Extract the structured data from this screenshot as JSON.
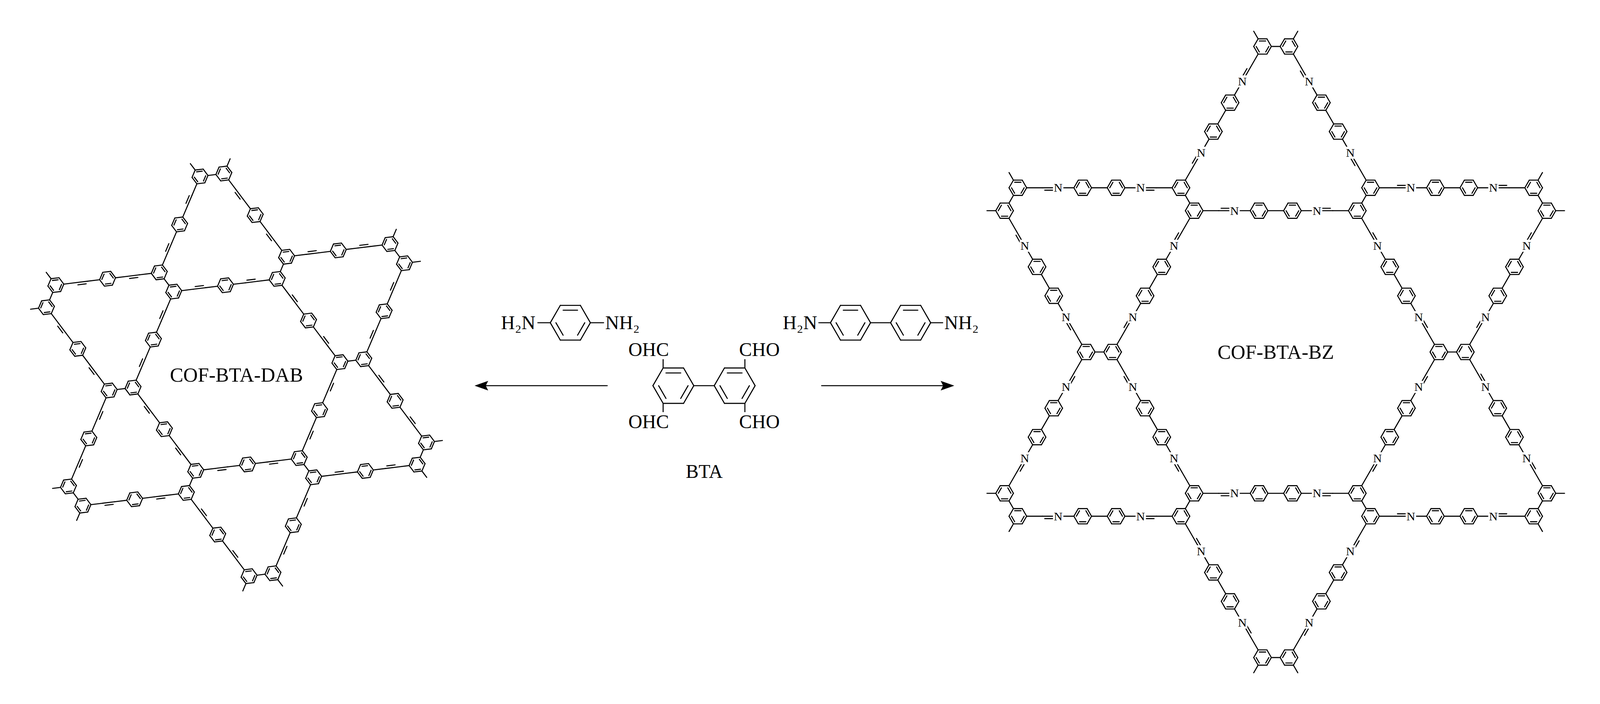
{
  "diagram": {
    "labels": [
      "COF-BTA-DAB",
      "H₂N",
      "NH₂",
      "OHC",
      "CHO",
      "OHC",
      "CHO",
      "BTA",
      "H₂N",
      "NH₂",
      "COF-BTA-BZ",
      "N",
      "N",
      "N",
      "N",
      "N",
      "N",
      "N",
      "N",
      "N",
      "N",
      "N",
      "N",
      "N",
      "N",
      "N",
      "N",
      "N",
      "N",
      "N",
      "N",
      "N",
      "N",
      "N",
      "N",
      "N",
      "N",
      "N",
      "N",
      "N",
      "N",
      "N",
      "N",
      "N",
      "N",
      "N",
      "N"
    ]
  }
}
